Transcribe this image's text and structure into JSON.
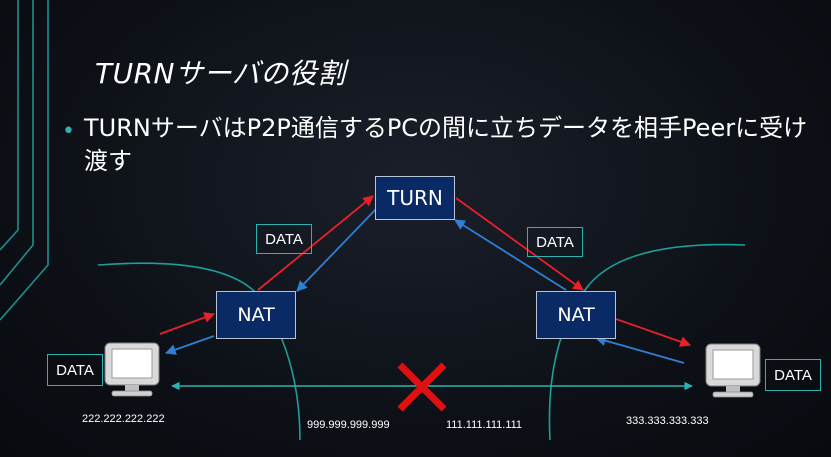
{
  "slide": {
    "title": "TURNサーバの役割",
    "bullet": "TURNサーバはP2P通信するPCの間に立ちデータを相手Peerに受け渡す"
  },
  "diagram": {
    "turn_label": "TURN",
    "nat_left_label": "NAT",
    "nat_right_label": "NAT",
    "data_tags": [
      "DATA",
      "DATA",
      "DATA",
      "DATA"
    ],
    "ips": {
      "pc_left": "222.222.222.222",
      "nat_left": "999.999.999.999",
      "nat_right": "111.111.111.111",
      "pc_right": "333.333.333.333"
    }
  },
  "colors": {
    "accent": "#2bb3b1",
    "box_fill": "#0a2a66",
    "arrow_red": "#e8202a",
    "arrow_blue": "#2f7fd6",
    "cross_red": "#e01010"
  }
}
